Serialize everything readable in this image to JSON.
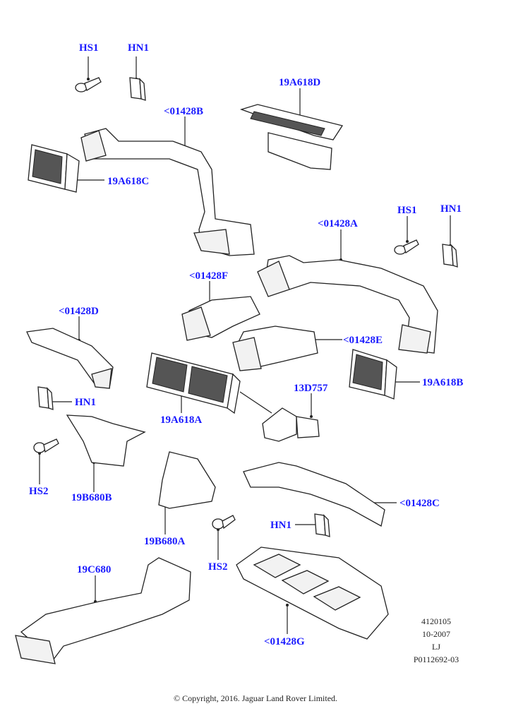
{
  "diagram": {
    "callouts": [
      {
        "id": "hs1-top",
        "label": "HS1"
      },
      {
        "id": "hn1-top",
        "label": "HN1"
      },
      {
        "id": "19a618d",
        "label": "19A618D"
      },
      {
        "id": "01428b",
        "label": "<01428B"
      },
      {
        "id": "19a618c",
        "label": "19A618C"
      },
      {
        "id": "hs1-right",
        "label": "HS1"
      },
      {
        "id": "hn1-right",
        "label": "HN1"
      },
      {
        "id": "01428a",
        "label": "<01428A"
      },
      {
        "id": "01428f",
        "label": "<01428F"
      },
      {
        "id": "01428d",
        "label": "<01428D"
      },
      {
        "id": "01428e",
        "label": "<01428E"
      },
      {
        "id": "13d757",
        "label": "13D757"
      },
      {
        "id": "19a618b",
        "label": "19A618B"
      },
      {
        "id": "hn1-left",
        "label": "HN1"
      },
      {
        "id": "19a618a",
        "label": "19A618A"
      },
      {
        "id": "hs2-left",
        "label": "HS2"
      },
      {
        "id": "19b680b",
        "label": "19B680B"
      },
      {
        "id": "01428c",
        "label": "<01428C"
      },
      {
        "id": "hn1-bottom",
        "label": "HN1"
      },
      {
        "id": "19b680a",
        "label": "19B680A"
      },
      {
        "id": "hs2-bottom",
        "label": "HS2"
      },
      {
        "id": "19c680",
        "label": "19C680"
      },
      {
        "id": "01428g",
        "label": "<01428G"
      }
    ],
    "reference": {
      "code": "4120105",
      "date": "10-2007",
      "initials": "LJ",
      "part_ref": "P0112692-03"
    },
    "copyright": "© Copyright, 2016. Jaguar Land Rover Limited.",
    "colors": {
      "callout_text": "#1a1aff",
      "line_art": "#222222"
    }
  }
}
